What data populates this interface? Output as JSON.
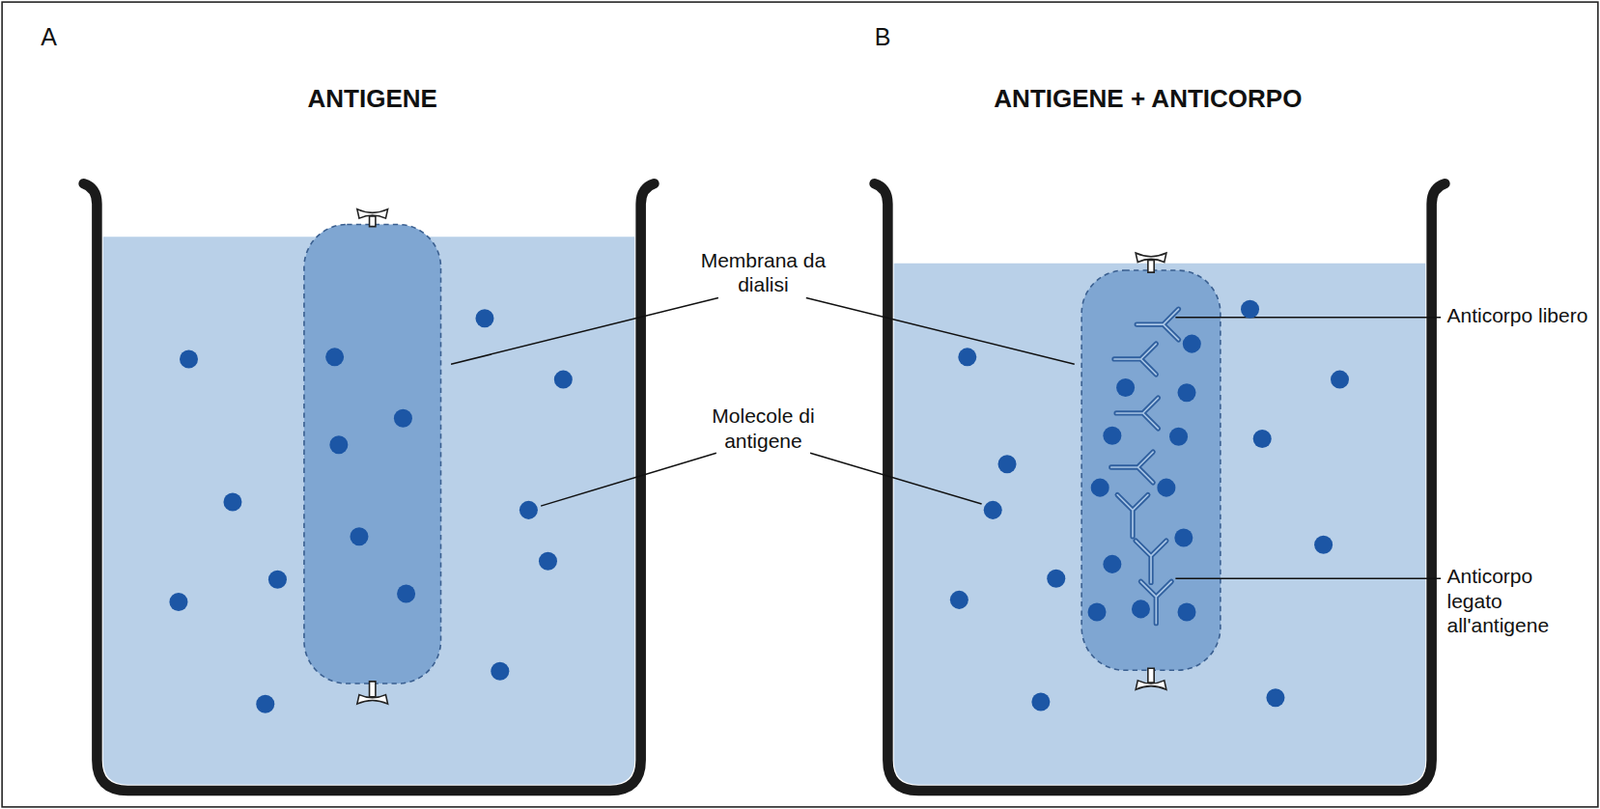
{
  "diagram": {
    "labels": [
      "A",
      "ANTIGENE",
      "B",
      "ANTIGENE + ANTICORPO",
      "Membrana da dialisi",
      "Molecole di antigene",
      "Anticorpo libero",
      "Anticorpo legato all'antigene"
    ]
  }
}
